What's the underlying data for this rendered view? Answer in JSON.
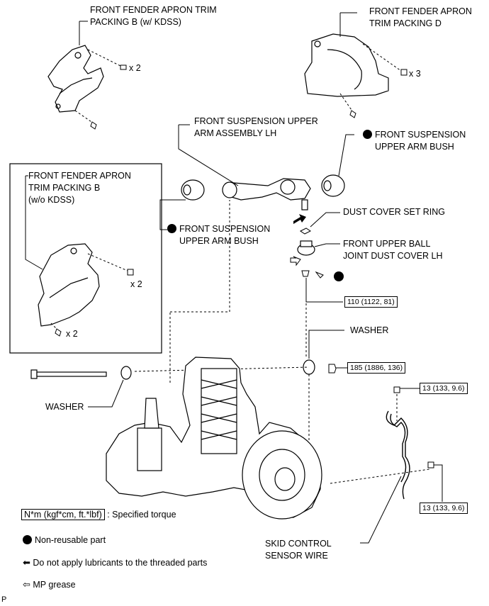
{
  "labels": {
    "apron_b_kdss": [
      "FRONT FENDER APRON TRIM",
      "PACKING B  (w/ KDSS)"
    ],
    "apron_d": [
      "FRONT FENDER APRON",
      "TRIM PACKING D"
    ],
    "upper_arm": [
      "FRONT SUSPENSION UPPER",
      "ARM ASSEMBLY LH"
    ],
    "bush_right": [
      "FRONT SUSPENSION",
      "UPPER ARM BUSH"
    ],
    "bush_left": [
      "FRONT SUSPENSION",
      "UPPER ARM BUSH"
    ],
    "apron_b_no_kdss": [
      "FRONT FENDER APRON",
      "TRIM PACKING B",
      "(w/o KDSS)"
    ],
    "dust_cover_ring": "DUST COVER SET RING",
    "ball_joint_cover": [
      "FRONT UPPER BALL",
      "JOINT DUST COVER LH"
    ],
    "washer_right": "WASHER",
    "washer_left": "WASHER",
    "skid_wire": [
      "SKID CONTROL",
      "SENSOR WIRE"
    ]
  },
  "quantities": {
    "kdss_clip": "x 2",
    "apron_d_clip": "x 3",
    "nokdss_clip": "x 2",
    "nokdss_screw": "x 2"
  },
  "torques": {
    "ball_joint_nut": "110 (1122, 81)",
    "arm_nut": "185 (1886, 136)",
    "sensor_bolt_top": "13 (133, 9.6)",
    "sensor_bolt_bottom": "13 (133, 9.6)"
  },
  "legend": {
    "torque_box": "N*m (kgf*cm, ft.*lbf)",
    "torque_text": ": Specified torque",
    "non_reusable": "Non-reusable part",
    "no_lubricant": "Do not apply lubricants to the threaded parts",
    "mp_grease": "MP grease"
  },
  "footer_letter": "P"
}
